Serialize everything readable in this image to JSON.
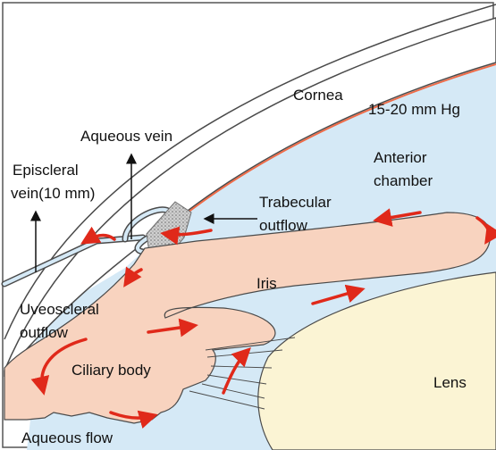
{
  "labels": {
    "cornea": "Cornea",
    "pressure": "15-20 mm Hg",
    "aqueous_vein": "Aqueous vein",
    "episcleral_line1": "Episcleral",
    "episcleral_line2": "vein(10 mm)",
    "anterior_line1": "Anterior",
    "anterior_line2": "chamber",
    "trabecular_line1": "Trabecular",
    "trabecular_line2": "outflow",
    "iris": "Iris",
    "uveoscleral_line1": "Uveoscleral",
    "uveoscleral_line2": "outflow",
    "ciliary_body": "Ciliary body",
    "lens": "Lens",
    "aqueous_flow": "Aqueous flow"
  },
  "colors": {
    "aqueous": "#d5e9f6",
    "iris_tissue": "#f8d3bf",
    "lens": "#fbf4d4",
    "flow_arrow": "#e0291a",
    "corneal_endothelium": "#ef6b47",
    "outline": "#4a4a4a"
  }
}
